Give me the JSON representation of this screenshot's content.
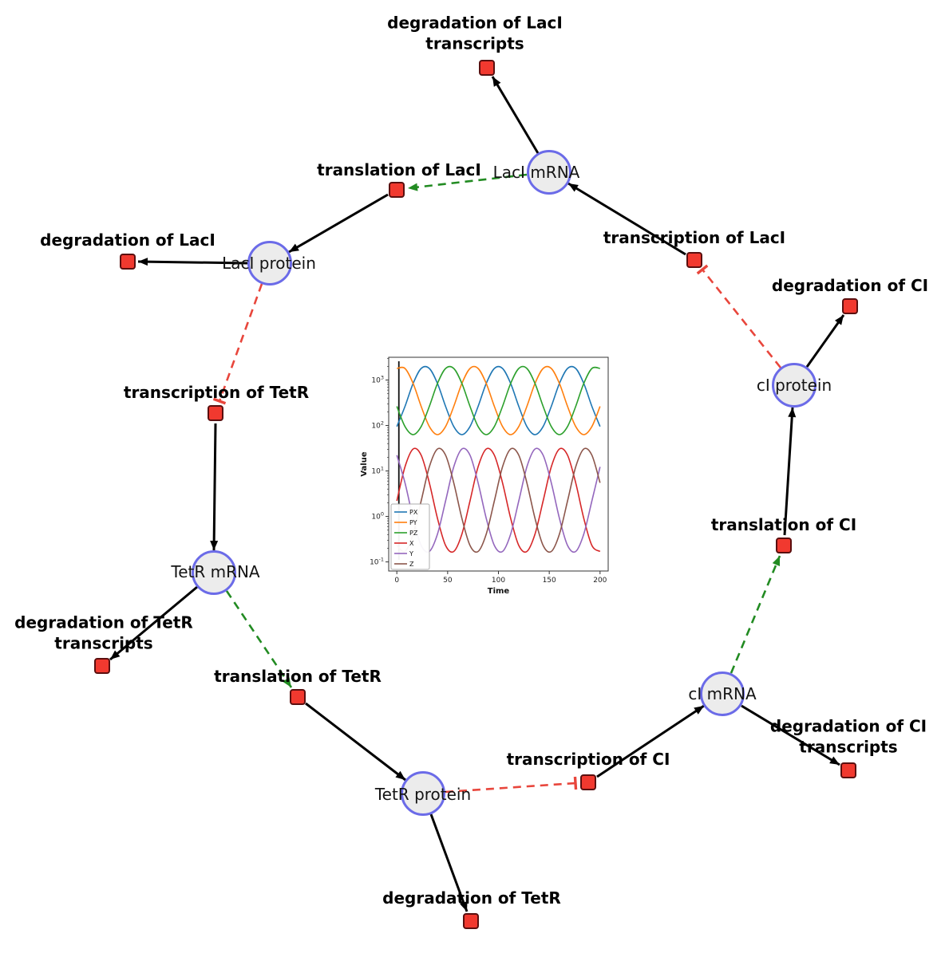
{
  "diagram": {
    "species": [
      {
        "id": "laci-mrna",
        "label": "LacI mRNA"
      },
      {
        "id": "laci-protein",
        "label": "LacI protein"
      },
      {
        "id": "tetr-mrna",
        "label": "TetR mRNA"
      },
      {
        "id": "tetr-protein",
        "label": "TetR protein"
      },
      {
        "id": "ci-mrna",
        "label": "cI mRNA"
      },
      {
        "id": "ci-protein",
        "label": "cI protein"
      }
    ],
    "reactions": [
      {
        "id": "deg-laci-transcripts",
        "label": "degradation of LacI transcripts"
      },
      {
        "id": "translation-laci",
        "label": "translation of LacI"
      },
      {
        "id": "transcription-laci",
        "label": "transcription of LacI"
      },
      {
        "id": "deg-laci",
        "label": "degradation of LacI"
      },
      {
        "id": "transcription-tetr",
        "label": "transcription of TetR"
      },
      {
        "id": "deg-ci",
        "label": "degradation of CI"
      },
      {
        "id": "translation-ci",
        "label": "translation of CI"
      },
      {
        "id": "deg-tetr-transcripts",
        "label": "degradation of TetR transcripts"
      },
      {
        "id": "translation-tetr",
        "label": "translation of TetR"
      },
      {
        "id": "transcription-ci",
        "label": "transcription of CI"
      },
      {
        "id": "deg-ci-transcripts",
        "label": "degradation of CI transcripts"
      },
      {
        "id": "deg-tetr",
        "label": "degradation of TetR"
      }
    ],
    "edges": [
      {
        "from": "LacI mRNA",
        "to": "degradation of LacI transcripts",
        "type": "consumption"
      },
      {
        "from": "translation of LacI",
        "to": "LacI protein",
        "type": "production"
      },
      {
        "from": "LacI mRNA",
        "to": "translation of LacI",
        "type": "modifier"
      },
      {
        "from": "transcription of LacI",
        "to": "LacI mRNA",
        "type": "production"
      },
      {
        "from": "cI protein",
        "to": "transcription of LacI",
        "type": "inhibition"
      },
      {
        "from": "cI protein",
        "to": "degradation of CI",
        "type": "consumption"
      },
      {
        "from": "translation of CI",
        "to": "cI protein",
        "type": "production"
      },
      {
        "from": "cI mRNA",
        "to": "translation of CI",
        "type": "modifier"
      },
      {
        "from": "transcription of CI",
        "to": "cI mRNA",
        "type": "production"
      },
      {
        "from": "TetR protein",
        "to": "transcription of CI",
        "type": "inhibition"
      },
      {
        "from": "cI mRNA",
        "to": "degradation of CI transcripts",
        "type": "consumption"
      },
      {
        "from": "translation of TetR",
        "to": "TetR protein",
        "type": "production"
      },
      {
        "from": "TetR mRNA",
        "to": "translation of TetR",
        "type": "modifier"
      },
      {
        "from": "transcription of TetR",
        "to": "TetR mRNA",
        "type": "production"
      },
      {
        "from": "LacI protein",
        "to": "transcription of TetR",
        "type": "inhibition"
      },
      {
        "from": "TetR mRNA",
        "to": "degradation of TetR transcripts",
        "type": "consumption"
      },
      {
        "from": "LacI protein",
        "to": "degradation of LacI",
        "type": "consumption"
      },
      {
        "from": "TetR protein",
        "to": "degradation of TetR",
        "type": "consumption"
      }
    ],
    "colors": {
      "species_fill": "#ececec",
      "species_border": "#6b6be8",
      "reaction_fill": "#f1392f",
      "reaction_border": "#5a0f0f",
      "edge_black": "#000000",
      "edge_modifier_green": "#228B22",
      "edge_inhibition_red": "#e8463c"
    }
  },
  "chart_data": {
    "type": "line",
    "title": "",
    "xlabel": "Time",
    "ylabel": "Value",
    "x_ticks": [
      0,
      50,
      100,
      150,
      200
    ],
    "y_scale": "log",
    "y_tick_exponents": [
      -1,
      0,
      1,
      2,
      3
    ],
    "xlim": [
      -8,
      208
    ],
    "ylim_log": [
      -1.2,
      3.5
    ],
    "legend_position": "lower left",
    "grid": false,
    "x": [
      0,
      8,
      16,
      24,
      32,
      40,
      48,
      56,
      64,
      72,
      80,
      88,
      96,
      104,
      112,
      120,
      128,
      136,
      144,
      152,
      160,
      168,
      176,
      184,
      192,
      200
    ],
    "series": [
      {
        "name": "PX",
        "color": "#1f77b4",
        "values": [
          95,
          263,
          841,
          1799,
          1799,
          841,
          263,
          95,
          63,
          95,
          263,
          841,
          1799,
          1799,
          841,
          263,
          95,
          63,
          95,
          263,
          841,
          1799,
          1799,
          841,
          263,
          95
        ]
      },
      {
        "name": "PY",
        "color": "#ff7f0e",
        "values": [
          1799,
          1799,
          841,
          263,
          95,
          63,
          95,
          263,
          841,
          1799,
          1799,
          841,
          263,
          95,
          63,
          95,
          263,
          841,
          1799,
          1799,
          841,
          263,
          95,
          63,
          95,
          263
        ]
      },
      {
        "name": "PZ",
        "color": "#2ca02c",
        "values": [
          263,
          95,
          63,
          95,
          263,
          841,
          1799,
          1799,
          841,
          263,
          95,
          63,
          95,
          263,
          841,
          1799,
          1799,
          841,
          263,
          95,
          63,
          95,
          263,
          841,
          1799,
          1799
        ]
      },
      {
        "name": "X",
        "color": "#d62728",
        "values": [
          2.2,
          12.3,
          30.4,
          22.2,
          5.5,
          0.91,
          0.23,
          0.17,
          0.41,
          2.2,
          12.3,
          30.4,
          22.2,
          5.5,
          0.91,
          0.23,
          0.17,
          0.41,
          2.2,
          12.3,
          30.4,
          22.2,
          5.5,
          0.91,
          0.23,
          0.17
        ]
      },
      {
        "name": "Y",
        "color": "#9467bd",
        "values": [
          22.2,
          5.5,
          0.91,
          0.23,
          0.17,
          0.41,
          2.2,
          12.3,
          30.4,
          22.2,
          5.5,
          0.91,
          0.23,
          0.17,
          0.41,
          2.2,
          12.3,
          30.4,
          22.2,
          5.5,
          0.91,
          0.23,
          0.17,
          0.41,
          2.2,
          12.3
        ]
      },
      {
        "name": "Z",
        "color": "#8c564b",
        "values": [
          0.23,
          0.17,
          0.41,
          2.2,
          12.3,
          30.4,
          22.2,
          5.5,
          0.91,
          0.23,
          0.17,
          0.41,
          2.2,
          12.3,
          30.4,
          22.2,
          5.5,
          0.91,
          0.23,
          0.17,
          0.41,
          2.2,
          12.3,
          30.4,
          22.2,
          5.5
        ]
      }
    ],
    "annotations": [
      {
        "type": "vline",
        "x": 2,
        "color": "#111111"
      }
    ]
  }
}
